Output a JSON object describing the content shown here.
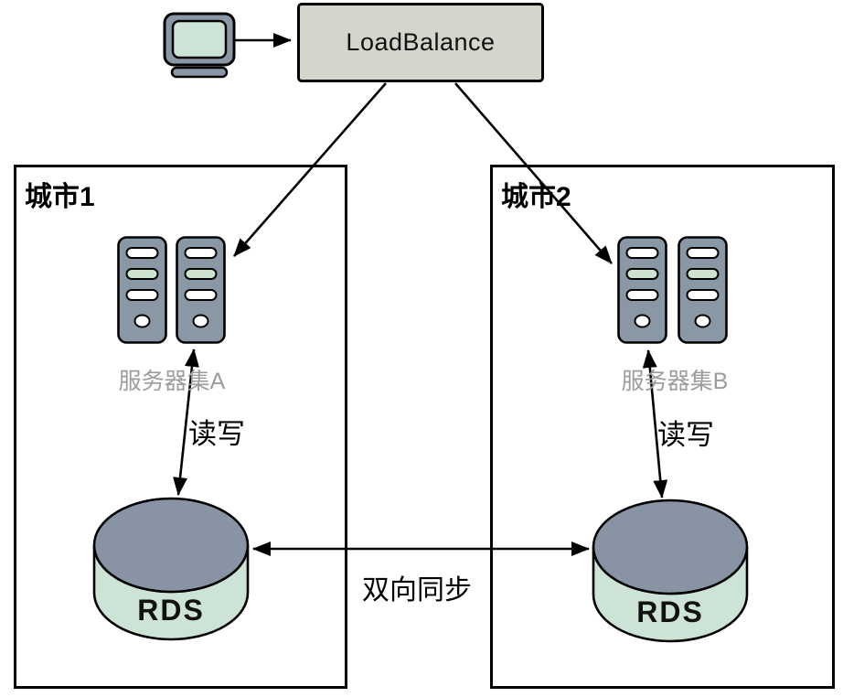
{
  "nodes": {
    "client": {
      "icon": "monitor-icon"
    },
    "load_balancer": {
      "label": "LoadBalance"
    }
  },
  "cities": [
    {
      "title": "城市1",
      "cluster_label": "服务器集A",
      "rw_label": "读写",
      "db_label": "RDS"
    },
    {
      "title": "城市2",
      "cluster_label": "服务器集B",
      "rw_label": "读写",
      "db_label": "RDS"
    }
  ],
  "sync_label": "双向同步",
  "colors": {
    "slate": "#8a97a5",
    "db_top_slate": "#8894a3",
    "light_green": "#cde3d6",
    "lb_box_fill": "#d4d5cb",
    "cluster_label_gray": "#9c9c9c",
    "line": "#000000",
    "background": "#ffffff"
  }
}
